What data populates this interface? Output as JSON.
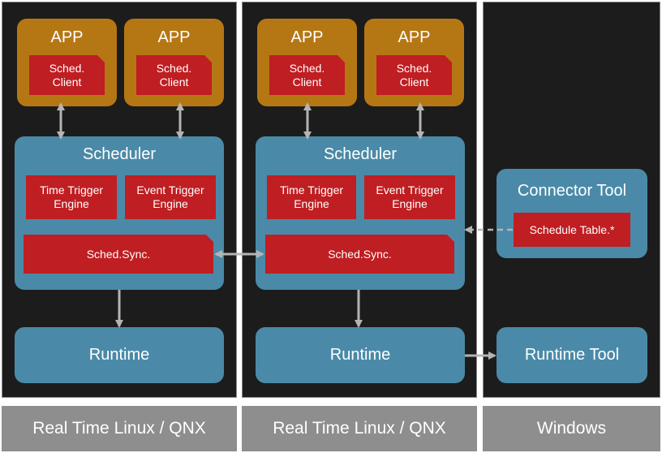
{
  "columns": [
    {
      "footer": "Real Time Linux / QNX",
      "apps": [
        {
          "title": "APP",
          "client": "Sched.\nClient"
        },
        {
          "title": "APP",
          "client": "Sched.\nClient"
        }
      ],
      "scheduler": {
        "title": "Scheduler",
        "time_engine": "Time Trigger\nEngine",
        "event_engine": "Event Trigger\nEngine",
        "sync": "Sched.Sync."
      },
      "runtime": "Runtime"
    },
    {
      "footer": "Real Time Linux / QNX",
      "apps": [
        {
          "title": "APP",
          "client": "Sched.\nClient"
        },
        {
          "title": "APP",
          "client": "Sched.\nClient"
        }
      ],
      "scheduler": {
        "title": "Scheduler",
        "time_engine": "Time Trigger\nEngine",
        "event_engine": "Event Trigger\nEngine",
        "sync": "Sched.Sync."
      },
      "runtime": "Runtime"
    },
    {
      "footer": "Windows",
      "connector": {
        "title": "Connector Tool",
        "table": "Schedule Table.*"
      },
      "runtime_tool": "Runtime Tool"
    }
  ],
  "colors": {
    "panel": "#1c1c1c",
    "footer": "#8e8e8e",
    "app": "#b57714",
    "component": "#bf1e22",
    "block": "#4a8aa8",
    "arrow": "#b4b4b4"
  }
}
